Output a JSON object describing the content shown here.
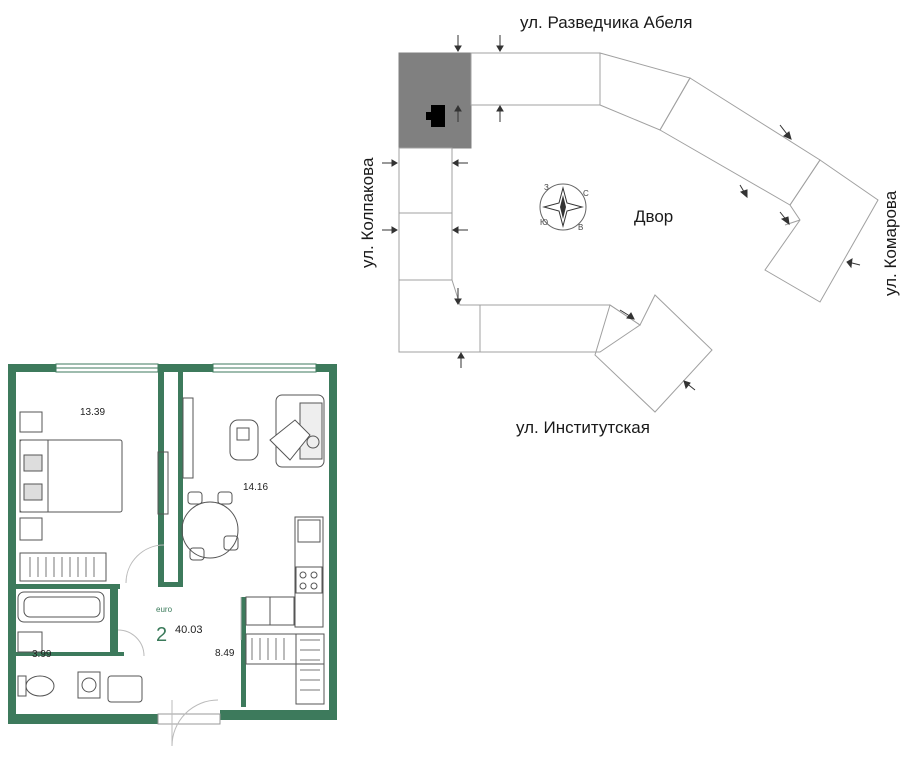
{
  "site_plan": {
    "streets": {
      "north": "ул. Разведчика Абеля",
      "west": "ул. Колпакова",
      "east": "ул. Комарова",
      "south": "ул. Институтская"
    },
    "yard_label": "Двор",
    "compass": {
      "n": "С",
      "e": "В",
      "s": "Ю",
      "w": "З"
    },
    "colors": {
      "highlight": "#808080",
      "line": "#9a9a9a"
    }
  },
  "floor_plan": {
    "type_label": "euro",
    "rooms_count": "2",
    "total_area": "40.03",
    "areas": {
      "bedroom": "13.39",
      "living_kitchen": "14.16",
      "hallway": "8.49",
      "bathroom": "3.99"
    },
    "colors": {
      "walls": "#3d7a5c",
      "furniture": "#555555"
    }
  }
}
